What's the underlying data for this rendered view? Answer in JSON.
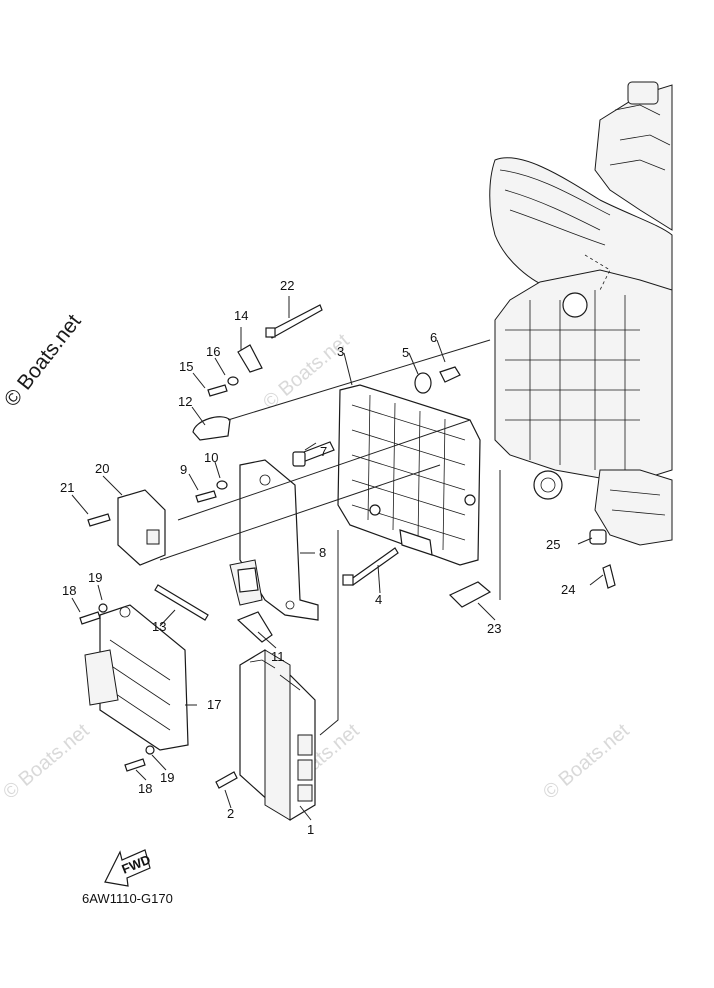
{
  "diagram": {
    "code": "6AW1110-G170",
    "direction_label": "FWD",
    "watermark_main": "© Boats.net",
    "watermark_faint": "© Boats.net",
    "callouts": [
      {
        "id": "1",
        "text": "1"
      },
      {
        "id": "2",
        "text": "2"
      },
      {
        "id": "3",
        "text": "3"
      },
      {
        "id": "4",
        "text": "4"
      },
      {
        "id": "5",
        "text": "5"
      },
      {
        "id": "6",
        "text": "6"
      },
      {
        "id": "7",
        "text": "7"
      },
      {
        "id": "8",
        "text": "8"
      },
      {
        "id": "9",
        "text": "9"
      },
      {
        "id": "10",
        "text": "10"
      },
      {
        "id": "11",
        "text": "11"
      },
      {
        "id": "12",
        "text": "12"
      },
      {
        "id": "13",
        "text": "13"
      },
      {
        "id": "14",
        "text": "14"
      },
      {
        "id": "15",
        "text": "15"
      },
      {
        "id": "16",
        "text": "16"
      },
      {
        "id": "17",
        "text": "17"
      },
      {
        "id": "18a",
        "text": "18"
      },
      {
        "id": "18b",
        "text": "18"
      },
      {
        "id": "19a",
        "text": "19"
      },
      {
        "id": "19b",
        "text": "19"
      },
      {
        "id": "20",
        "text": "20"
      },
      {
        "id": "21",
        "text": "21"
      },
      {
        "id": "22",
        "text": "22"
      },
      {
        "id": "23",
        "text": "23"
      },
      {
        "id": "24",
        "text": "24"
      },
      {
        "id": "25",
        "text": "25"
      }
    ]
  }
}
